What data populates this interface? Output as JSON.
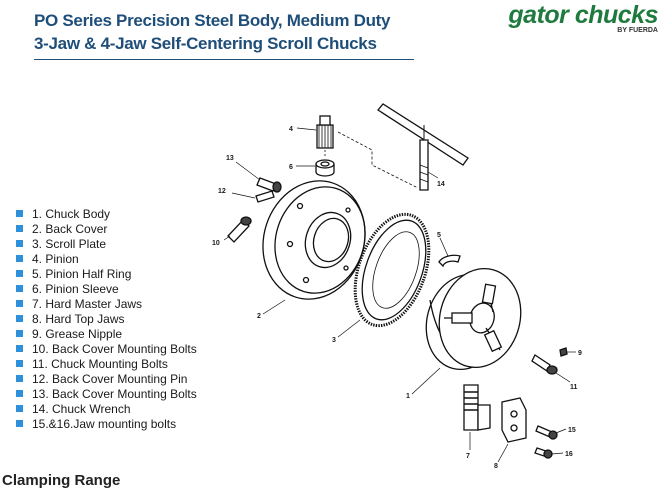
{
  "header": {
    "title_line1": "PO Series Precision Steel Body, Medium Duty",
    "title_line2": "3-Jaw & 4-Jaw Self-Centering Scroll Chucks"
  },
  "logo": {
    "main": "gator chucks",
    "sub": "BY FUERDA"
  },
  "colors": {
    "title": "#1f4e79",
    "logo": "#1f7a3e",
    "bullet": "#2f8fd8"
  },
  "parts": [
    {
      "label": "1. Chuck Body"
    },
    {
      "label": "2. Back Cover"
    },
    {
      "label": "3. Scroll Plate"
    },
    {
      "label": "4. Pinion"
    },
    {
      "label": "5. Pinion Half Ring"
    },
    {
      "label": "6. Pinion Sleeve"
    },
    {
      "label": "7. Hard Master Jaws"
    },
    {
      "label": "8. Hard Top Jaws"
    },
    {
      "label": "9. Grease Nipple"
    },
    {
      "label": "10. Back Cover Mounting Bolts"
    },
    {
      "label": "11. Chuck Mounting Bolts"
    },
    {
      "label": "12. Back Cover Mounting Pin"
    },
    {
      "label": "13. Back Cover Mounting Bolts"
    },
    {
      "label": "14. Chuck Wrench"
    },
    {
      "label": "15.&16.Jaw mounting bolts"
    }
  ],
  "callouts": {
    "c1": "1",
    "c2": "2",
    "c3": "3",
    "c4": "4",
    "c5": "5",
    "c6": "6",
    "c7": "7",
    "c8": "8",
    "c9": "9",
    "c10": "10",
    "c11": "11",
    "c12": "12",
    "c13": "13",
    "c14": "14",
    "c15": "15",
    "c16": "16"
  },
  "footer": {
    "text": "Clamping Range"
  }
}
